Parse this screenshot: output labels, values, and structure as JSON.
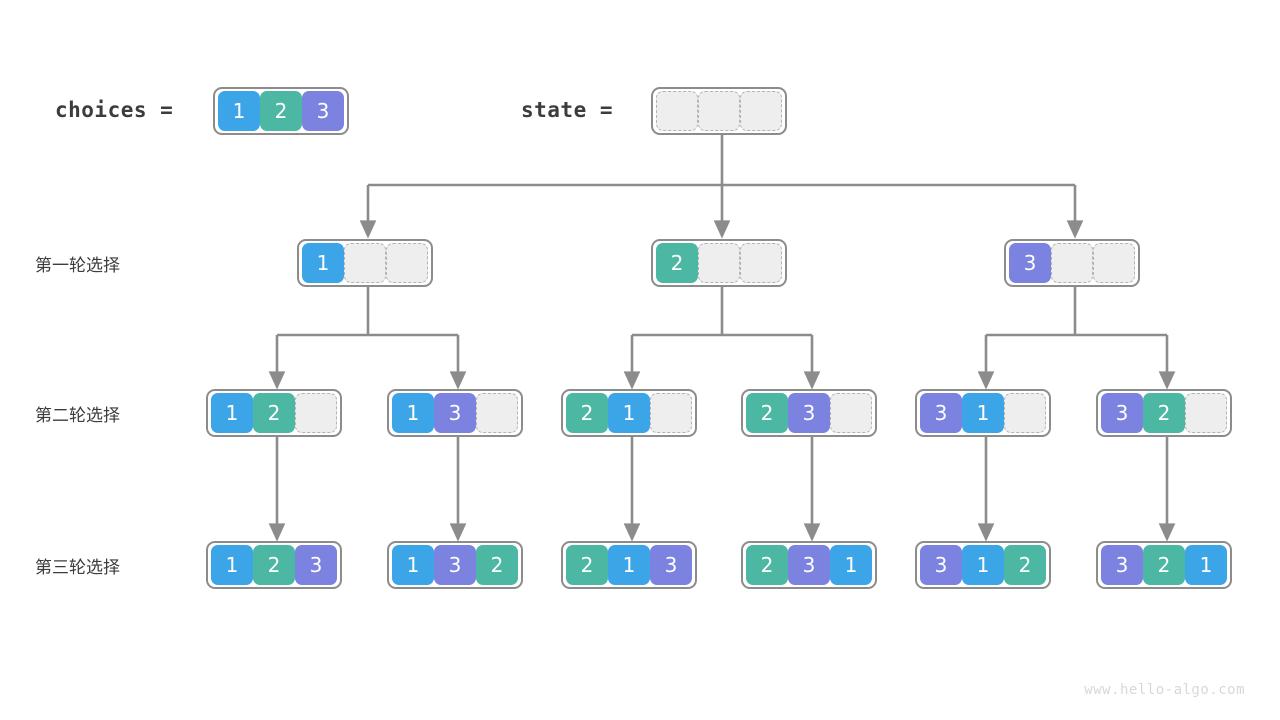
{
  "header": {
    "choices_label": "choices =",
    "state_label": "state =",
    "choices_cells": [
      "1",
      "2",
      "3"
    ],
    "state_cells": [
      "",
      "",
      ""
    ]
  },
  "row_labels": [
    "第一轮选择",
    "第二轮选择",
    "第三轮选择"
  ],
  "rows": [
    {
      "label": "第一轮选择",
      "nodes": [
        {
          "cells": [
            "1",
            "",
            ""
          ]
        },
        {
          "cells": [
            "2",
            "",
            ""
          ]
        },
        {
          "cells": [
            "3",
            "",
            ""
          ]
        }
      ]
    },
    {
      "label": "第二轮选择",
      "nodes": [
        {
          "cells": [
            "1",
            "2",
            ""
          ]
        },
        {
          "cells": [
            "1",
            "3",
            ""
          ]
        },
        {
          "cells": [
            "2",
            "1",
            ""
          ]
        },
        {
          "cells": [
            "2",
            "3",
            ""
          ]
        },
        {
          "cells": [
            "3",
            "1",
            ""
          ]
        },
        {
          "cells": [
            "3",
            "2",
            ""
          ]
        }
      ]
    },
    {
      "label": "第三轮选择",
      "nodes": [
        {
          "cells": [
            "1",
            "2",
            "3"
          ]
        },
        {
          "cells": [
            "1",
            "3",
            "2"
          ]
        },
        {
          "cells": [
            "2",
            "1",
            "3"
          ]
        },
        {
          "cells": [
            "2",
            "3",
            "1"
          ]
        },
        {
          "cells": [
            "3",
            "1",
            "2"
          ]
        },
        {
          "cells": [
            "3",
            "2",
            "1"
          ]
        }
      ]
    }
  ],
  "watermark": "www.hello-algo.com",
  "colors": {
    "value_1": "#3ba5e8",
    "value_2": "#4cb8a4",
    "value_3": "#7b82e0",
    "empty_cell": "#eeeeee",
    "box_border": "#8c8c8c",
    "edge": "#8c8c8c",
    "text": "#3c3c3c",
    "watermark": "#d8d8d8"
  }
}
